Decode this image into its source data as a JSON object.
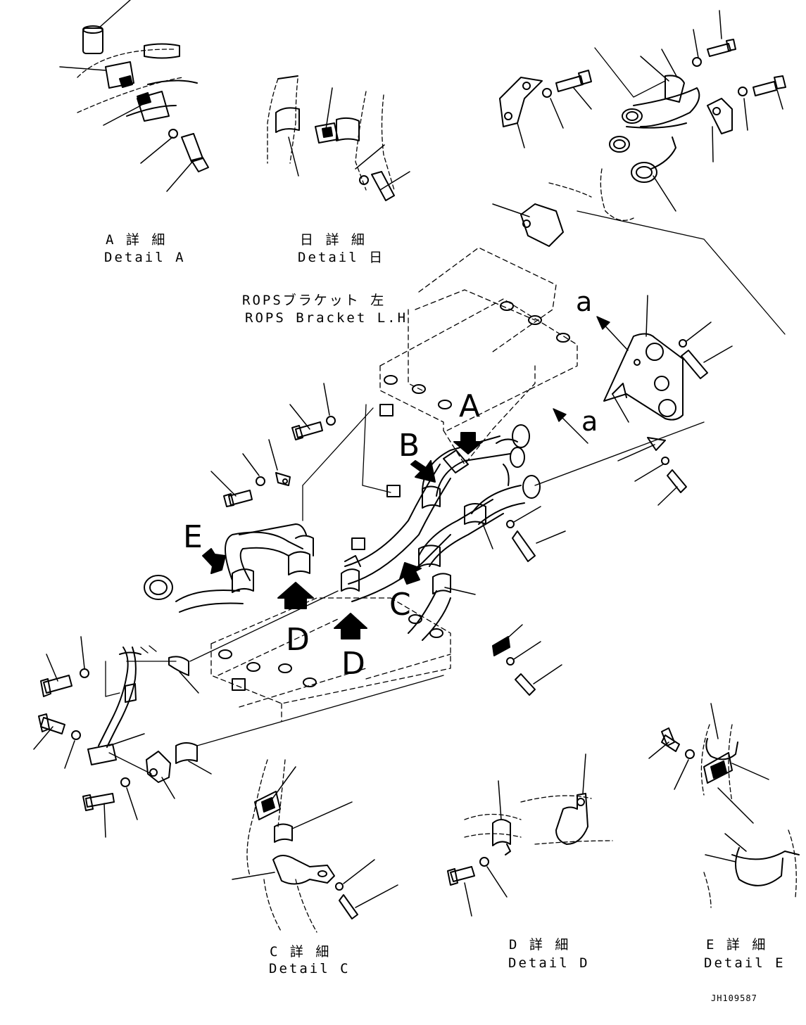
{
  "details": {
    "a": {
      "jp": "A 詳 細",
      "en": "Detail A"
    },
    "b": {
      "jp": "日 詳 細",
      "en": "Detail 日"
    },
    "c": {
      "jp": "C 詳 細",
      "en": "Detail C"
    },
    "d": {
      "jp": "D 詳 細",
      "en": "Detail D"
    },
    "e": {
      "jp": "E 詳 細",
      "en": "Detail E"
    }
  },
  "bracket": {
    "jp": "ROPSブラケット 左",
    "en": "ROPS Bracket L.H"
  },
  "markers": {
    "a": "A",
    "b": "B",
    "c": "C",
    "d1": "D",
    "d2": "D",
    "e": "E",
    "small_a1": "a",
    "small_a2": "a"
  },
  "drawing_number": "JH109587",
  "colors": {
    "ink": "#000000",
    "paper": "#ffffff"
  }
}
